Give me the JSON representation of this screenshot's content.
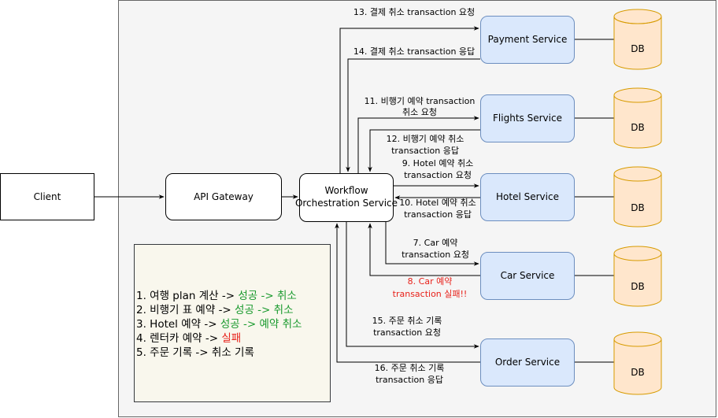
{
  "nodes": {
    "client": "Client",
    "gateway": "API Gateway",
    "orchestrator": [
      "Workflow",
      "Orchestration Service"
    ],
    "payment": "Payment Service",
    "flights": "Flights Service",
    "hotel": "Hotel Service",
    "car": "Car Service",
    "order": "Order Service",
    "db": "DB"
  },
  "edges": {
    "e13": [
      "13. 결제 취소 transaction 요청"
    ],
    "e14": [
      "14. 결제 취소 transaction 응답"
    ],
    "e11": [
      "11. 비행기 예약 transaction",
      "취소 요청"
    ],
    "e12": [
      "12. 비행기 예약 취소",
      "transaction 응답"
    ],
    "e9": [
      "9. Hotel 예약 취소",
      "transaction 요청"
    ],
    "e10": [
      "10. Hotel 예약 취소",
      "transaction 응답"
    ],
    "e7": [
      "7. Car 예약",
      "transaction 요청"
    ],
    "e8": [
      "8. Car 예약",
      "transaction 실패!!"
    ],
    "e15": [
      "15. 주문 취소 기록",
      "transaction 요청"
    ],
    "e16": [
      "16. 주문 취소 기록",
      "transaction 응답"
    ]
  },
  "note": {
    "line1": {
      "prefix": "1. 여행 plan 계산 -> ",
      "highlight": "성공 -> 취소"
    },
    "line2": {
      "prefix": "2. 비행기 표 예약 -> ",
      "highlight": "성공 -> 취소"
    },
    "line3": {
      "prefix": "3. Hotel 예약 -> ",
      "highlight": "성공 -> 예약 취소"
    },
    "line4": {
      "prefix": "4. 렌터카 예약 -> ",
      "highlight": "실패"
    },
    "line5": {
      "prefix": "5. 주문 기록 -> 취소 기록",
      "highlight": ""
    }
  },
  "colors": {
    "service_fill": "#dae8fc",
    "service_stroke": "#6c8ebf",
    "db_fill": "#ffe6cc",
    "db_stroke": "#d79b00",
    "note_fill": "#f9f7ed",
    "container_fill": "#f5f5f5",
    "success": "#1a9a2e",
    "failure": "#e8211a"
  }
}
